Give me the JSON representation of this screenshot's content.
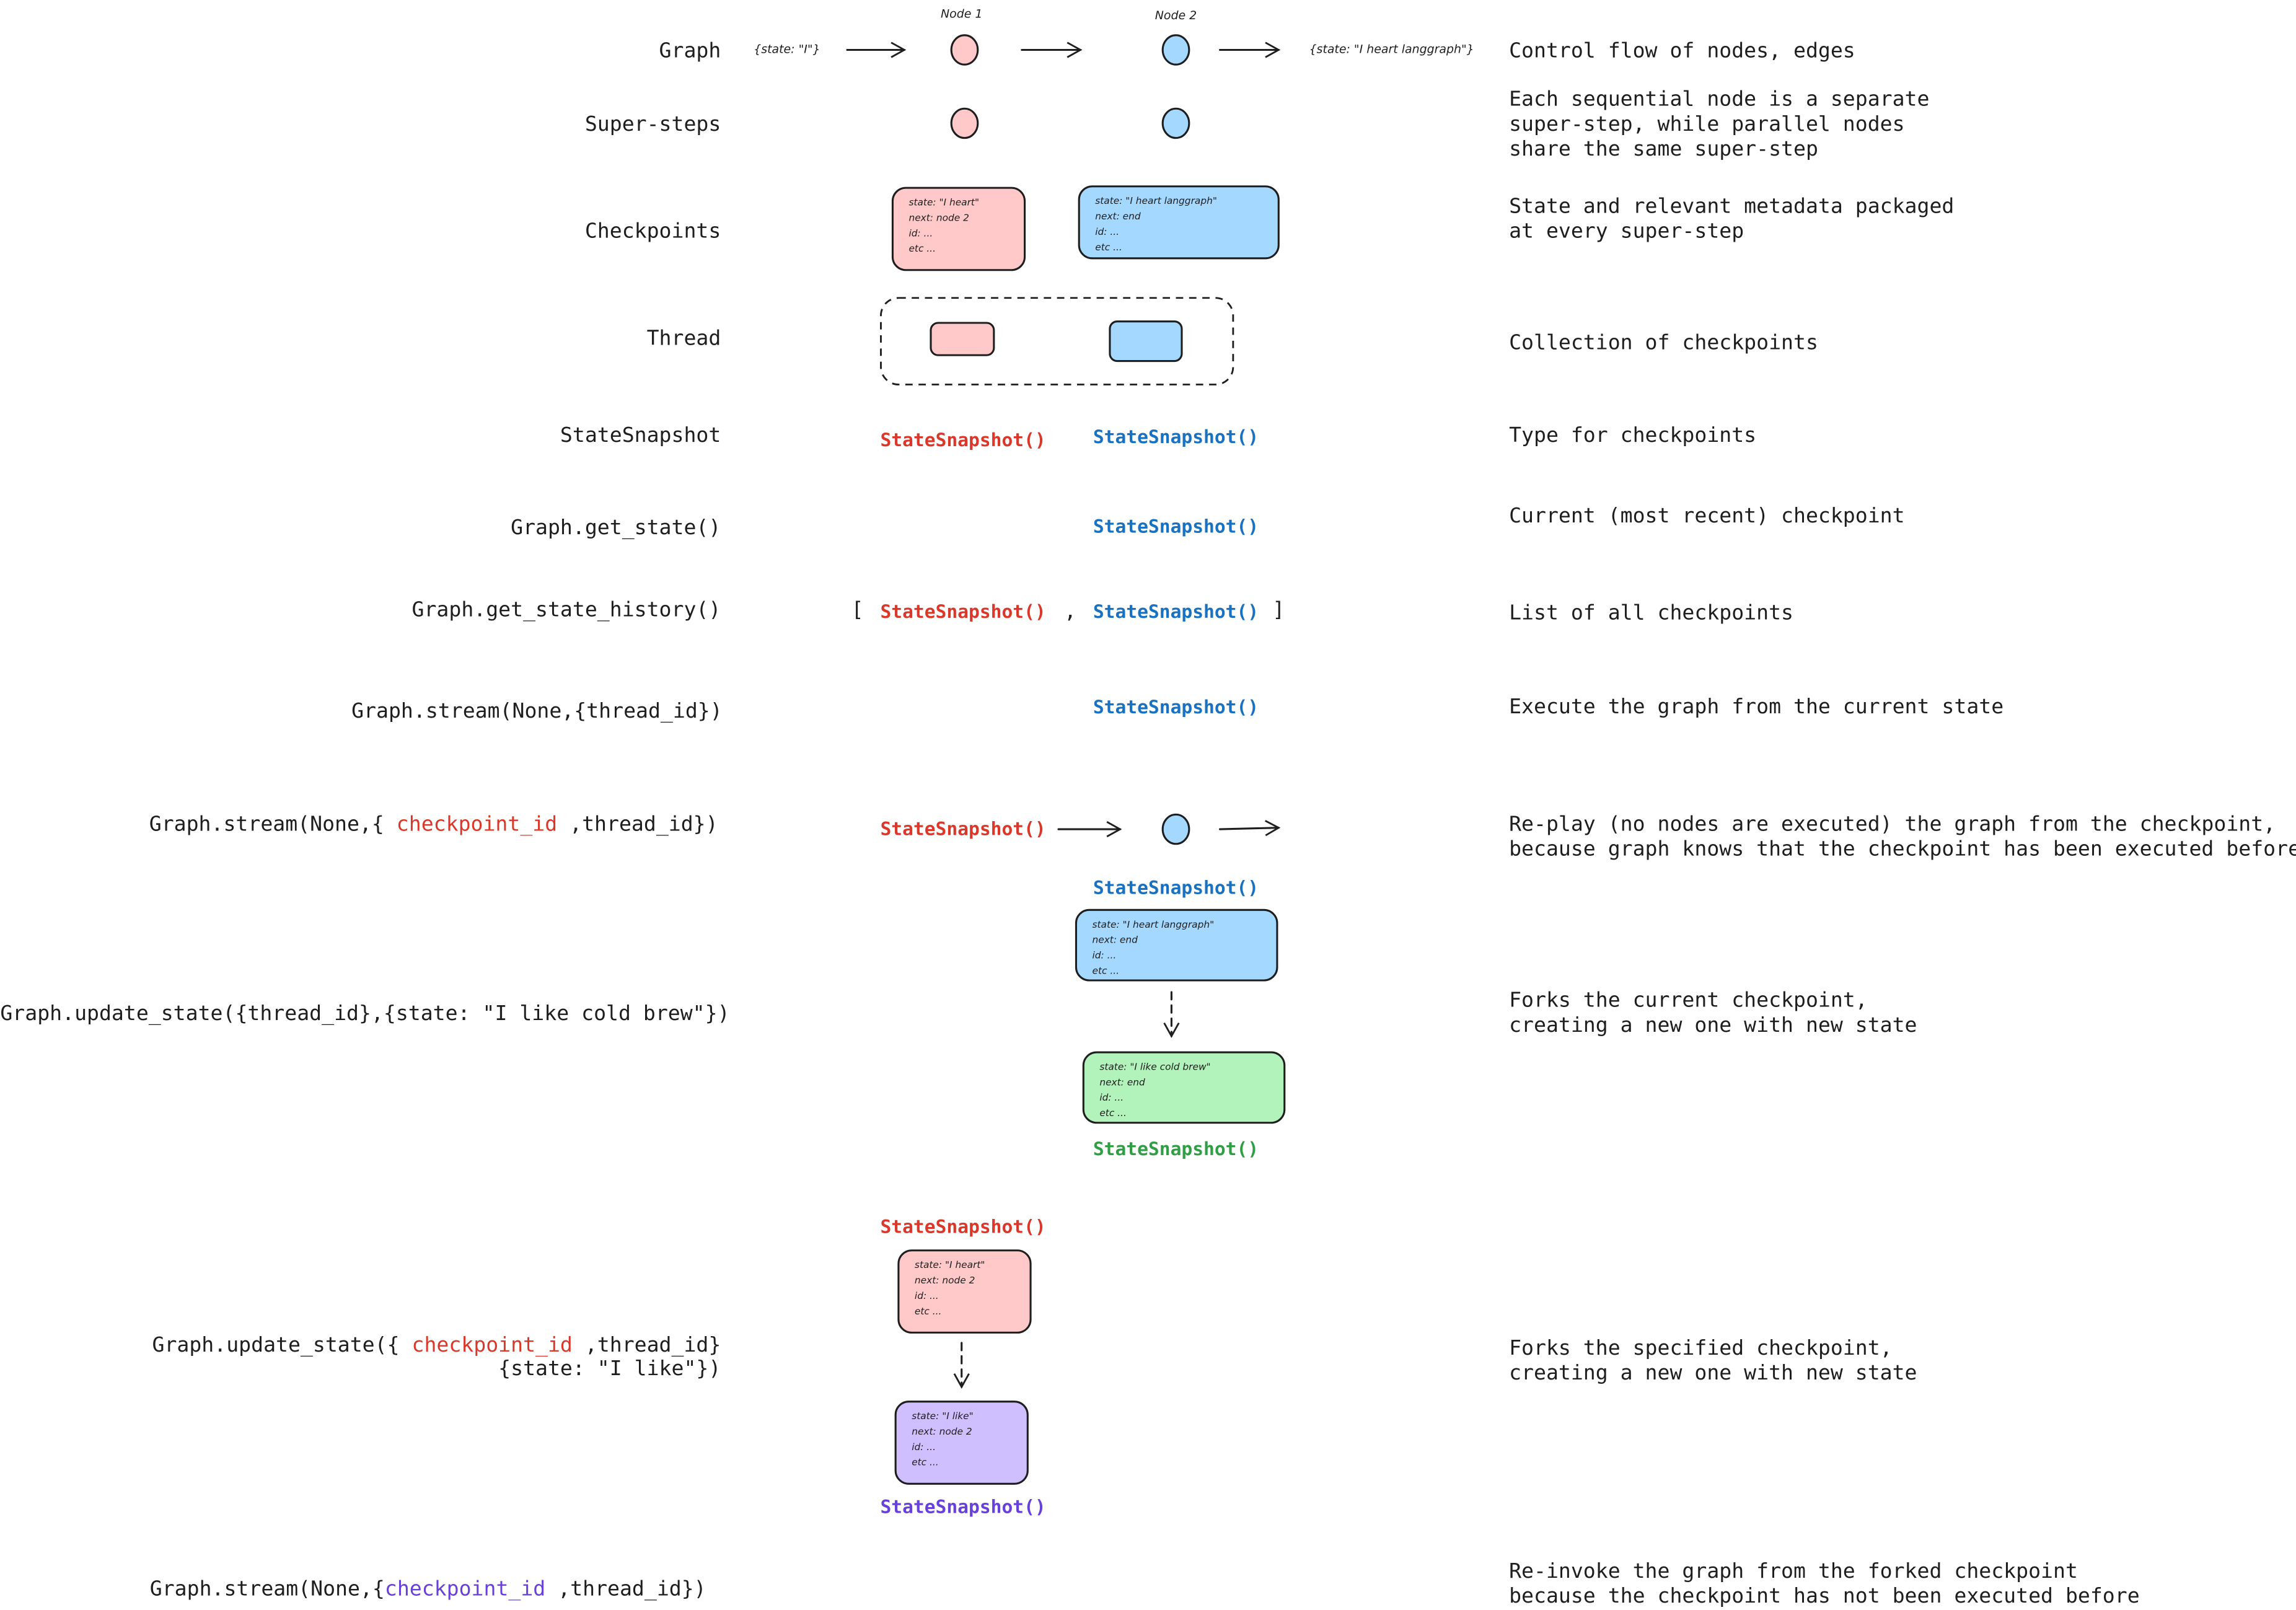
{
  "colors": {
    "red": "#d9382b",
    "blue": "#1971c2",
    "green": "#2f9e44",
    "purple": "#6741d9",
    "pink_fill": "#ffc9c9",
    "blue_fill": "#a5d8ff",
    "green_fill": "#b2f2bb",
    "purple_fill": "#d0bfff"
  },
  "rows": {
    "graph": {
      "label": "Graph",
      "desc": [
        "Control flow of nodes, edges"
      ],
      "node1": "Node 1",
      "node2": "Node 2",
      "input": "{state: \"I\"}",
      "output": "{state: \"I heart langgraph\"}"
    },
    "supersteps": {
      "label": "Super-steps",
      "desc": [
        "Each sequential node is a separate",
        "super-step, while parallel nodes",
        "share the same super-step"
      ]
    },
    "checkpoints": {
      "label": "Checkpoints",
      "desc": [
        "State and relevant metadata packaged",
        "at every super-step"
      ]
    },
    "thread": {
      "label": "Thread",
      "desc": [
        "Collection of checkpoints"
      ]
    },
    "statesnapshot": {
      "label": "StateSnapshot",
      "desc": [
        "Type for checkpoints"
      ]
    },
    "get_state": {
      "label": "Graph.get_state()",
      "desc": [
        "Current (most recent) checkpoint"
      ]
    },
    "history": {
      "label": "Graph.get_state_history()",
      "desc": [
        "List of all checkpoints"
      ],
      "open": "[",
      "sep": ",",
      "close": "]"
    },
    "stream": {
      "label": "Graph.stream(None,{thread_id})",
      "desc": [
        "Execute the graph from the current state"
      ]
    },
    "replay": {
      "label_pre": "Graph.stream(None,{ ",
      "label_key": "checkpoint_id",
      "label_post": " ,thread_id})",
      "desc": [
        "Re-play (no nodes are executed) the graph from the checkpoint,",
        "because graph knows that the checkpoint has been executed before"
      ]
    },
    "update": {
      "label": "Graph.update_state({thread_id},{state: \"I like cold brew\"})",
      "desc": [
        "Forks the current checkpoint,",
        "creating a new one with new state"
      ]
    },
    "update_cp": {
      "label_pre": "Graph.update_state({ ",
      "label_key": "checkpoint_id",
      "label_post": " ,thread_id}",
      "label_line2": "{state: \"I like\"})",
      "desc": [
        "Forks the specified checkpoint,",
        "creating a new one with new state"
      ]
    },
    "reinvoke": {
      "label_pre": "Graph.stream(None,{",
      "label_key": "checkpoint_id",
      "label_post": "  ,thread_id})",
      "desc": [
        "Re-invoke the graph from the forked checkpoint",
        "because the checkpoint has not been executed before"
      ]
    }
  },
  "snapshot_label": "StateSnapshot()",
  "cards": {
    "heart": [
      "state: \"I heart\"",
      "next: node 2",
      "id: ...",
      "etc ..."
    ],
    "langgraph": [
      "state: \"I heart langgraph\"",
      "next: end",
      "id: ...",
      "etc ..."
    ],
    "coldbrew": [
      "state: \"I like cold brew\"",
      "next: end",
      "id: ...",
      "etc ..."
    ],
    "ilike": [
      "state: \"I like\"",
      "next: node 2",
      "id: ...",
      "etc ..."
    ]
  }
}
